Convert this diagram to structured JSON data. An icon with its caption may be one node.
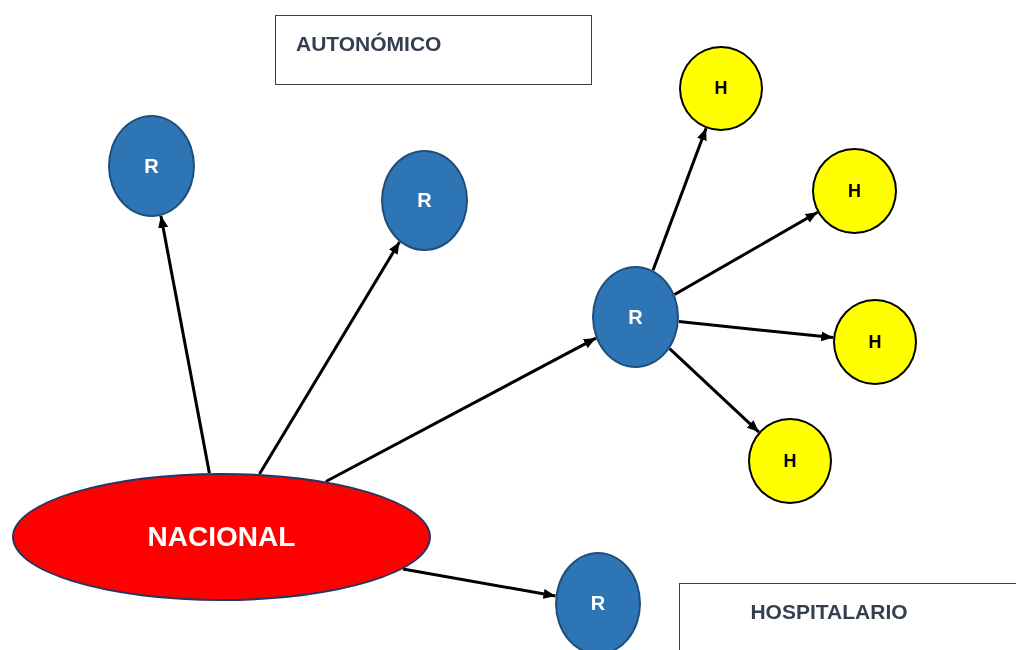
{
  "diagram": {
    "nodes": [
      {
        "text": [
          "AUTONÓMICO"
        ]
      },
      {
        "text": [
          "R"
        ]
      },
      {
        "text": [
          "R"
        ]
      },
      {
        "text": [
          "H"
        ]
      },
      {
        "text": [
          "H"
        ]
      },
      {
        "text": [
          "R"
        ]
      },
      {
        "text": [
          "H"
        ]
      },
      {
        "text": [
          "H"
        ]
      },
      {
        "text": [
          "NACIONAL"
        ]
      },
      {
        "text": [
          "R"
        ]
      },
      {
        "text": [
          "HOSPITALARIO"
        ]
      }
    ],
    "edges": [
      {
        "from": 8,
        "to": 1,
        "arrow": "to"
      },
      {
        "from": 8,
        "to": 2,
        "arrow": "to"
      },
      {
        "from": 8,
        "to": 5,
        "arrow": "to"
      },
      {
        "from": 8,
        "to": 9,
        "arrow": "to"
      },
      {
        "from": 5,
        "to": 3,
        "arrow": "to"
      },
      {
        "from": 5,
        "to": 4,
        "arrow": "to"
      },
      {
        "from": 5,
        "to": 6,
        "arrow": "to"
      },
      {
        "from": 5,
        "to": 7,
        "arrow": "to"
      }
    ]
  }
}
